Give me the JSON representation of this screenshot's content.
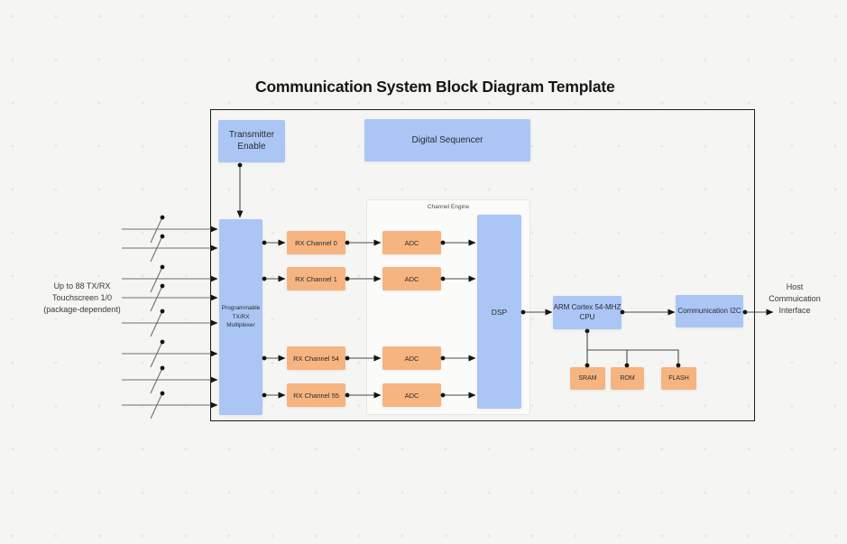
{
  "title": "Communication System Block Diagram Template",
  "labels": {
    "io_left": "Up to 88 TX/RX\nTouchscreen 1/0\n(package-dependent)",
    "host_right": "Host\nCommuication\nInterface"
  },
  "blocks": {
    "transmitter_enable": "Transmitter Enable",
    "digital_sequencer": "Digital Sequencer",
    "multiplexer": "Programmable TX/RX Multiplexer",
    "channel_engine": "Channel Engine",
    "rx_channels": [
      "RX Channel 0",
      "RX Channel 1",
      "RX Channel 54",
      "RX Channel 55"
    ],
    "adcs": [
      "ADC",
      "ADC",
      "ADC",
      "ADC"
    ],
    "dsp": "DSP",
    "cpu": "ARM Cortex 54-MHZ CPU",
    "i2c": "Communication I2C",
    "memories": [
      "SRAM",
      "ROM",
      "FLASH"
    ]
  },
  "colors": {
    "node_blue": "#abc6f5",
    "node_orange": "#f6b480",
    "frame_border": "#1c1c1c",
    "background": "#f5f5f3",
    "connector": "#4a4a4a"
  }
}
